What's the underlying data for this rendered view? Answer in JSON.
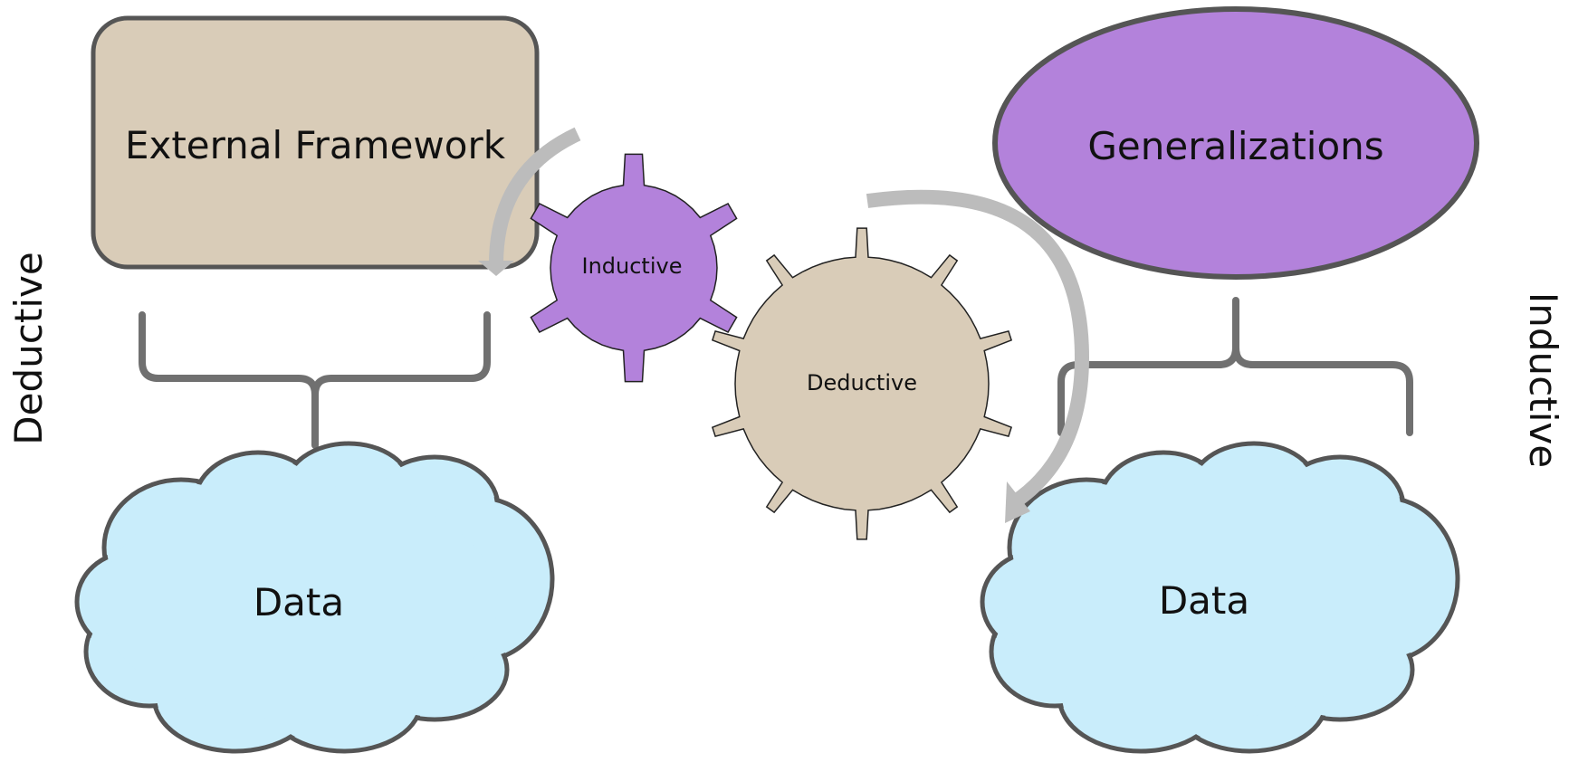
{
  "left_side_label": "Deductive",
  "right_side_label": "Inductive",
  "external_framework_label": "External Framework",
  "generalizations_label": "Generalizations",
  "left_data_label": "Data",
  "right_data_label": "Data",
  "inductive_gear_label": "Inductive",
  "deductive_gear_label": "Deductive",
  "colors": {
    "tan": "#d9ccb8",
    "purple": "#b382db",
    "cloud": "#c9edfb",
    "outline": "#555555",
    "brace": "#707070",
    "arrow": "#bcbcbc"
  }
}
